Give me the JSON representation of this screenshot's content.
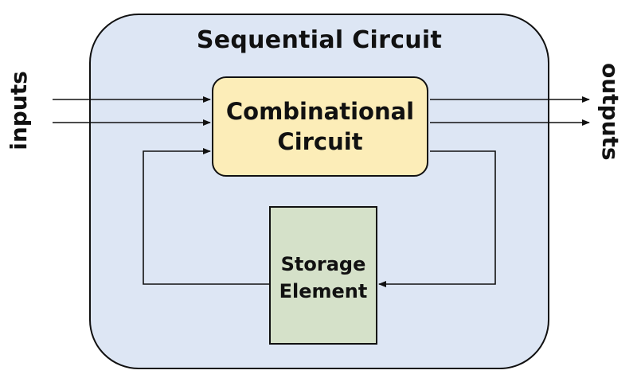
{
  "diagram": {
    "title": "Sequential Circuit",
    "combinational": {
      "label_line1": "Combinational",
      "label_line2": "Circuit"
    },
    "storage": {
      "label_line1": "Storage",
      "label_line2": "Element"
    },
    "inputs_label": "inputs",
    "outputs_label": "outputs"
  },
  "colors": {
    "outer_fill": "#dde6f4",
    "combinational_fill": "#fcedb8",
    "storage_fill": "#d5e1c9",
    "line": "#111111"
  }
}
